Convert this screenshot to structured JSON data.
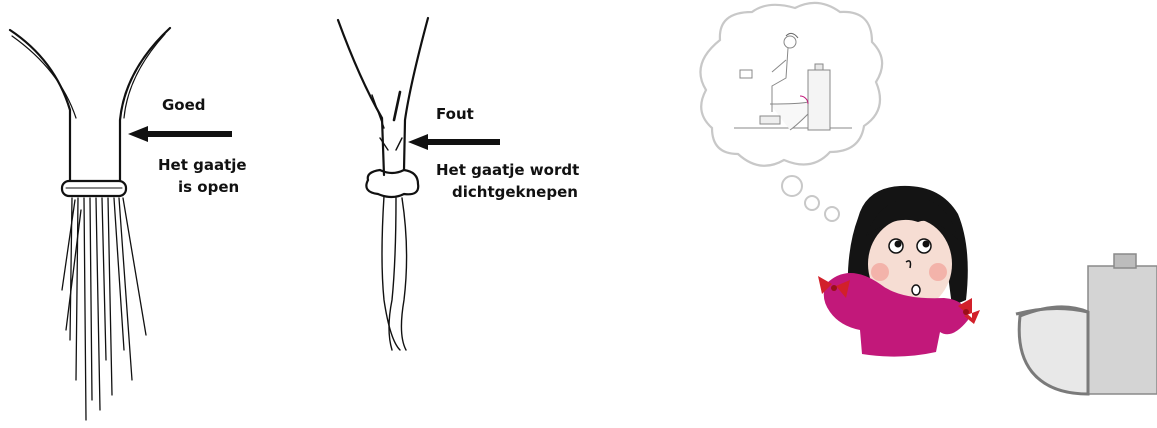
{
  "left_panel": {
    "label_title": "Goed",
    "label_line1": "Het gaatje",
    "label_line2": "is open"
  },
  "middle_panel": {
    "label_title": "Fout",
    "label_line1": "Het gaatje wordt",
    "label_line2": "dichtgeknepen"
  },
  "right_panel": {
    "thought_icon": "toilet-posture-thought-icon",
    "girl_icon": "worried-girl-icon",
    "toilet_icon": "toilet-icon"
  },
  "colors": {
    "ink": "#111111",
    "magenta": "#c2187a",
    "hair": "#141414",
    "skin": "#f6ddd3",
    "cloud_stroke": "#c8c8c8",
    "toilet_gray": "#d4d4d4",
    "toilet_outline": "#8a8a8a"
  }
}
